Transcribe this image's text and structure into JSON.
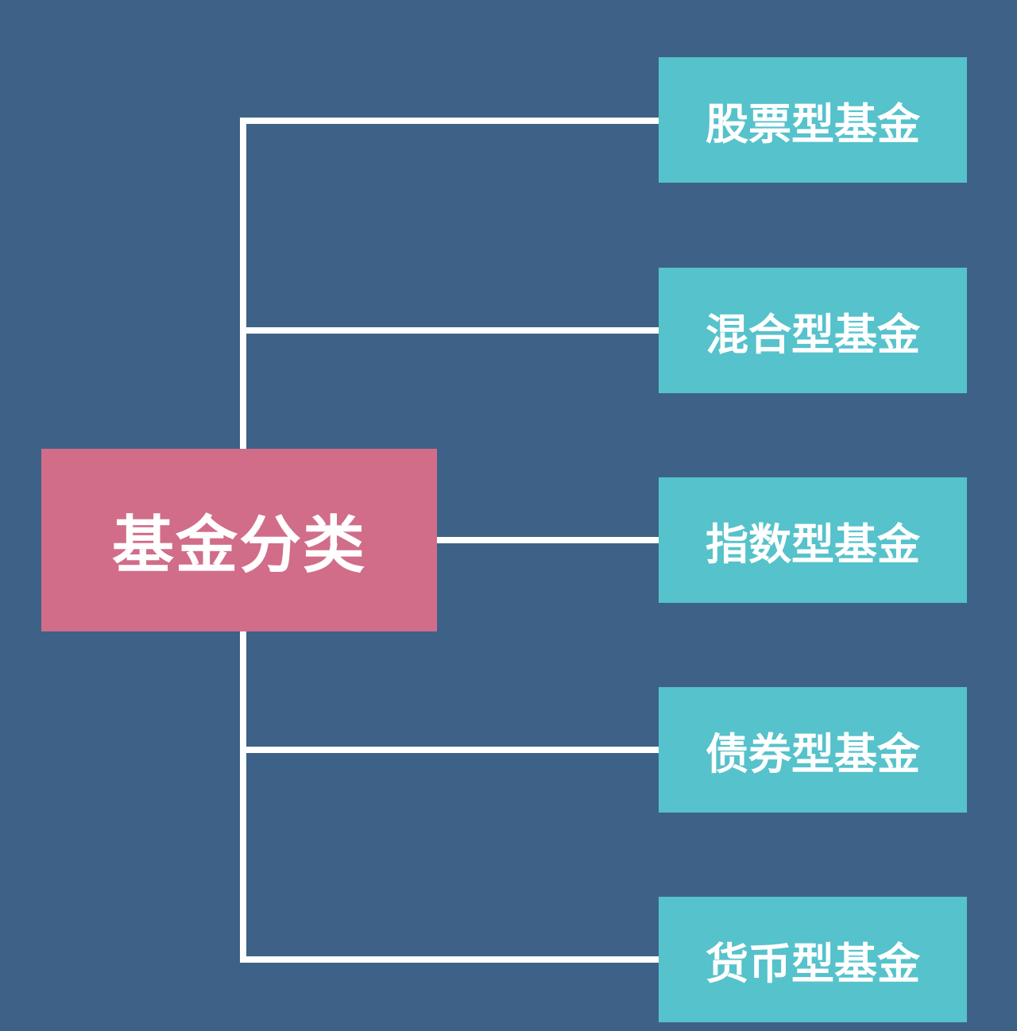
{
  "diagram": {
    "root": {
      "label": "基金分类"
    },
    "children": [
      {
        "label": "股票型基金"
      },
      {
        "label": "混合型基金"
      },
      {
        "label": "指数型基金"
      },
      {
        "label": "债券型基金"
      },
      {
        "label": "货币型基金"
      }
    ]
  },
  "colors": {
    "background": "#3e6287",
    "root_fill": "#d16d89",
    "child_fill": "#56c2cb",
    "connector": "#ffffff",
    "text": "#ffffff"
  }
}
